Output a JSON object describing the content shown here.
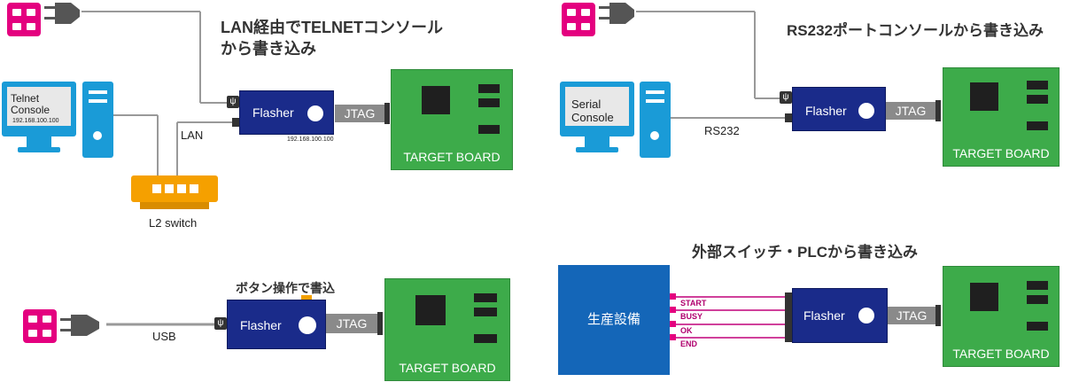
{
  "panels": {
    "telnet": {
      "title_line1": "LAN経由でTELNETコンソール",
      "title_line2": "から書き込み",
      "console_label_1": "Telnet",
      "console_label_2": "Console",
      "console_ip": "192.168.100.100",
      "lan_label": "LAN",
      "flasher_ip": "192.168.100.100",
      "switch_label": "L2 switch"
    },
    "rs232": {
      "title": "RS232ポートコンソールから書き込み",
      "console_label_1": "Serial",
      "console_label_2": "Console",
      "cable_label": "RS232"
    },
    "button": {
      "title": "ボタン操作で書込",
      "usb_label": "USB"
    },
    "plc": {
      "title": "外部スイッチ・PLCから書き込み",
      "equipment_label": "生産設備",
      "signals": [
        "START",
        "BUSY",
        "OK",
        "END"
      ]
    }
  },
  "common": {
    "flasher_label": "Flasher",
    "jtag_label": "JTAG",
    "board_label": "TARGET BOARD",
    "usb_symbol": "ψ"
  },
  "colors": {
    "outlet": "#e4007f",
    "flasher": "#1a2b8a",
    "board": "#3dab4a",
    "pc": "#1a9bd7",
    "switch": "#f5a000",
    "equipment": "#1466b8",
    "signal_line": "#c0007a"
  }
}
